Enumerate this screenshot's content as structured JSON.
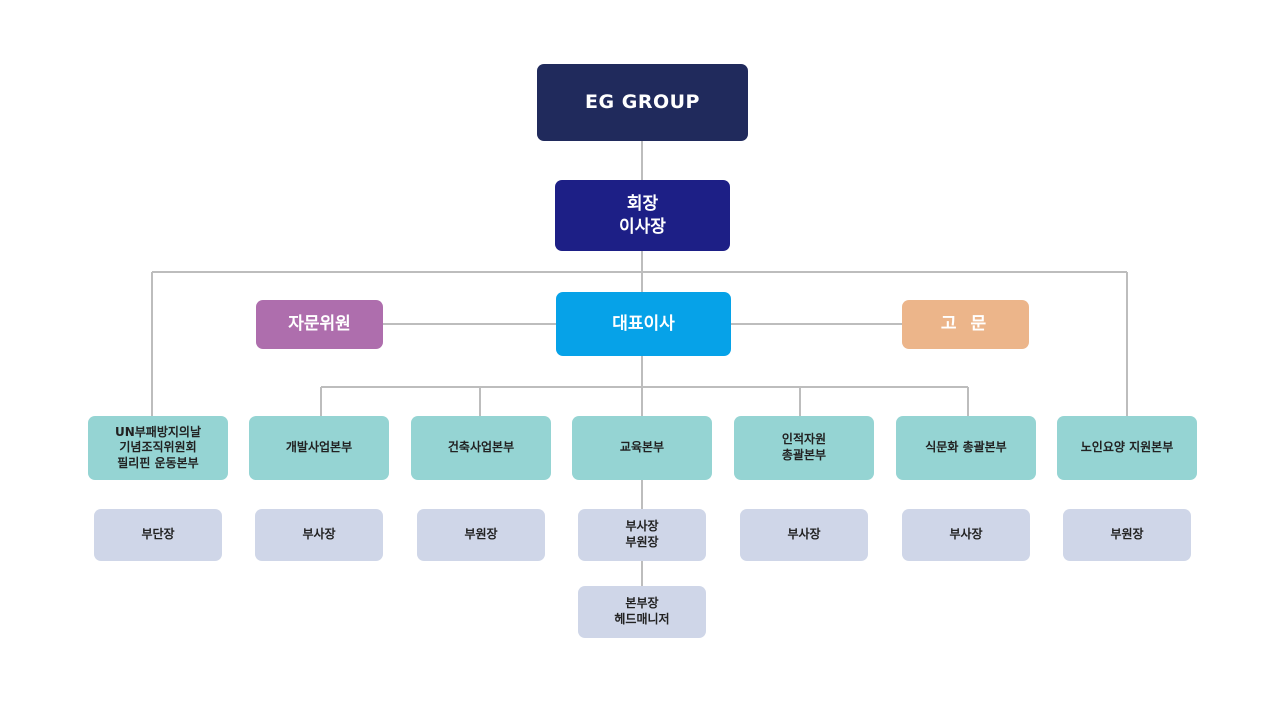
{
  "root": {
    "label": "EG GROUP"
  },
  "chairman": {
    "label": "회장\n이사장"
  },
  "ceo": {
    "label": "대표이사"
  },
  "advisory": {
    "label": "자문위원"
  },
  "consultant": {
    "label": "고 문"
  },
  "divisions": [
    {
      "label": "UN부패방지의날\n기념조직위원회\n필리핀 운동본부",
      "subs": [
        "부단장"
      ]
    },
    {
      "label": "개발사업본부",
      "subs": [
        "부사장"
      ]
    },
    {
      "label": "건축사업본부",
      "subs": [
        "부원장"
      ]
    },
    {
      "label": "교육본부",
      "subs": [
        "부사장\n부원장",
        "본부장\n헤드매니저"
      ]
    },
    {
      "label": "인적자원\n총괄본부",
      "subs": [
        "부사장"
      ]
    },
    {
      "label": "식문화 총괄본부",
      "subs": [
        "부사장"
      ]
    },
    {
      "label": "노인요양 지원본부",
      "subs": [
        "부원장"
      ]
    }
  ],
  "colors": {
    "root": "#202a5c",
    "chairman": "#1d1f86",
    "ceo": "#06a2e8",
    "advisory": "#ae6ead",
    "consultant": "#ecb58a",
    "division": "#95d4d3",
    "sub": "#cfd6e8",
    "connector": "#bdbdbd"
  }
}
